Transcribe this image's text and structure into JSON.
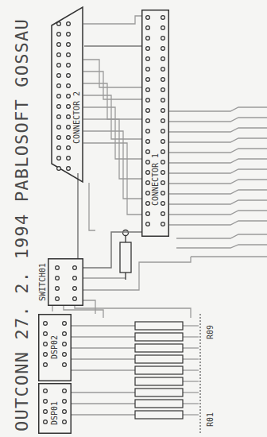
{
  "diagram": {
    "title": "OUTCONN 27. 2. 1994 PABLOSOFT GOSSAU",
    "nodes": [
      {
        "text": [
          "CONNECTOR 2"
        ]
      },
      {
        "text": [
          "CONNECTOR 1"
        ]
      },
      {
        "text": [
          "SWITCH01"
        ]
      },
      {
        "text": [
          "DSP02"
        ]
      },
      {
        "text": [
          "DSP01"
        ]
      }
    ],
    "edges": [
      {
        "from": 0,
        "to": 1,
        "arrow": "none"
      },
      {
        "from": 2,
        "to": 1,
        "arrow": "none"
      },
      {
        "from": 2,
        "to": 0,
        "arrow": "none"
      }
    ],
    "labels": [
      "R09",
      "R01"
    ]
  }
}
